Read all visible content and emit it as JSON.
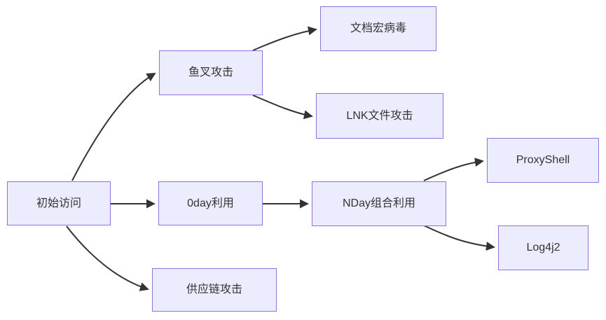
{
  "diagram": {
    "type": "flowchart",
    "direction": "left-to-right",
    "colors": {
      "node_fill": "#ECECFF",
      "node_border": "#9370DB",
      "edge": "#333333",
      "text": "#333333",
      "background": "#FFFFFF"
    },
    "nodes": [
      {
        "id": "initial-access",
        "label": "初始访问"
      },
      {
        "id": "spear-phishing",
        "label": "鱼叉攻击"
      },
      {
        "id": "doc-macro-virus",
        "label": "文档宏病毒"
      },
      {
        "id": "lnk-file-attack",
        "label": "LNK文件攻击"
      },
      {
        "id": "zeroday-exploit",
        "label": "0day利用"
      },
      {
        "id": "nday-combo",
        "label": "NDay组合利用"
      },
      {
        "id": "proxyshell",
        "label": "ProxyShell"
      },
      {
        "id": "log4j2",
        "label": "Log4j2"
      },
      {
        "id": "supply-chain",
        "label": "供应链攻击"
      }
    ],
    "edges": [
      {
        "from": "初始访问",
        "to": "鱼叉攻击"
      },
      {
        "from": "初始访问",
        "to": "0day利用"
      },
      {
        "from": "初始访问",
        "to": "供应链攻击"
      },
      {
        "from": "鱼叉攻击",
        "to": "文档宏病毒"
      },
      {
        "from": "鱼叉攻击",
        "to": "LNK文件攻击"
      },
      {
        "from": "0day利用",
        "to": "NDay组合利用"
      },
      {
        "from": "NDay组合利用",
        "to": "ProxyShell"
      },
      {
        "from": "NDay组合利用",
        "to": "Log4j2"
      }
    ]
  }
}
